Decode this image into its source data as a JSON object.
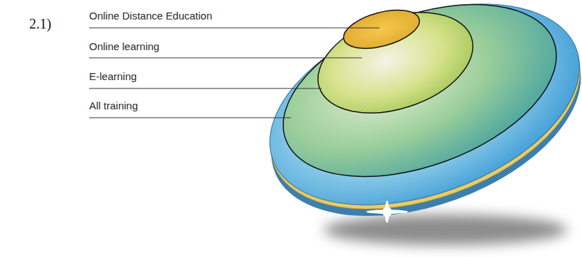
{
  "diagram": {
    "labels": [
      "2.1)",
      "Online Distance Education",
      "Online learning",
      "E-learning",
      "All training"
    ]
  }
}
